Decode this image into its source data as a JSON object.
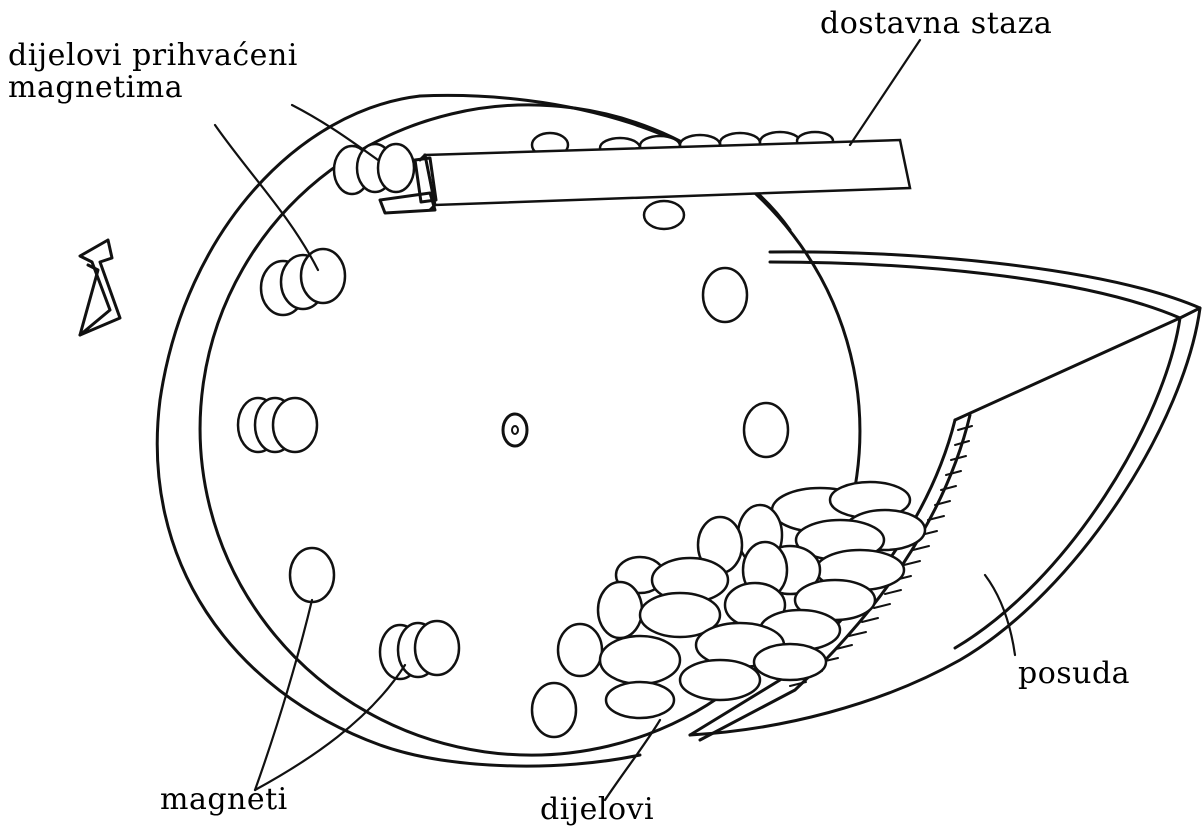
{
  "labels": {
    "delivery_track": "dostavna staza",
    "captured_parts_line1": "dijelovi prihvaćeni",
    "captured_parts_line2": "magnetima",
    "bowl": "posuda",
    "magnets": "magneti",
    "parts": "dijelovi"
  },
  "icons": {
    "rotation_arrow": "rotation-arrow-icon"
  },
  "colors": {
    "ink": "#111111",
    "background": "#ffffff"
  }
}
